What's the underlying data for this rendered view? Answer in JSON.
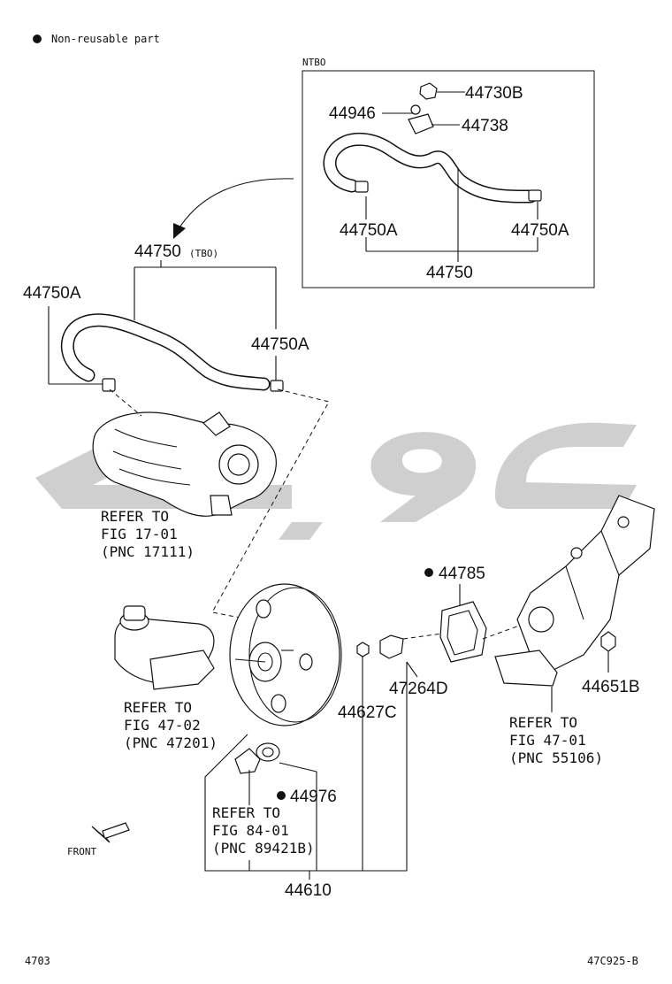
{
  "legend": {
    "symbol": "●",
    "text": "Non-reusable part"
  },
  "inset": {
    "label": "NTBO"
  },
  "part_numbers": {
    "p44730B": "44730B",
    "p44946": "44946",
    "p44738": "44738",
    "p44750A_inset_left": "44750A",
    "p44750A_inset_right": "44750A",
    "p44750_inset": "44750",
    "p44750_main": "44750",
    "p44750_main_suffix": "(TBO)",
    "p44750A_left": "44750A",
    "p44750A_right": "44750A",
    "p44785": "44785",
    "p47264D": "47264D",
    "p44627C": "44627C",
    "p44651B": "44651B",
    "p44976": "44976",
    "p44610": "44610"
  },
  "references": {
    "fig17": {
      "line1": "REFER TO",
      "line2": "FIG 17-01",
      "line3": "(PNC 17111)"
    },
    "fig4702": {
      "line1": "REFER TO",
      "line2": "FIG 47-02",
      "line3": "(PNC 47201)"
    },
    "fig4701": {
      "line1": "REFER TO",
      "line2": "FIG 47-01",
      "line3": "(PNC 55106)"
    },
    "fig8401": {
      "line1": "REFER TO",
      "line2": "FIG 84-01",
      "line3": "(PNC 89421B)"
    }
  },
  "direction": {
    "label": "FRONT"
  },
  "footer": {
    "page": "4703",
    "code": "47C925-B"
  },
  "colors": {
    "ink": "#111111",
    "watermark": "#c7c7c7"
  }
}
